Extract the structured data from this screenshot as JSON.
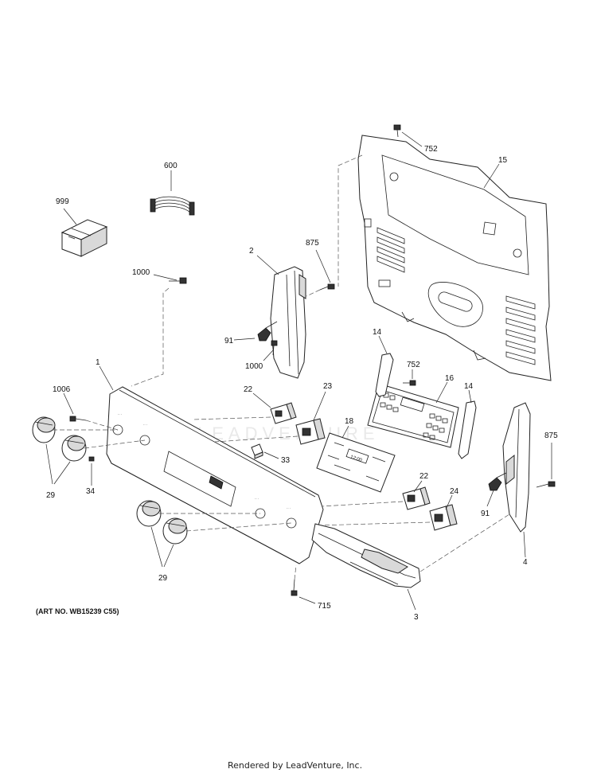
{
  "diagram": {
    "art_number": "(ART NO. WB15239 C55)",
    "footer": "Rendered by LeadVenture, Inc.",
    "watermark": "LEADVENTURE",
    "display_time": "12:00",
    "callouts": {
      "c999": "999",
      "c600": "600",
      "c752a": "752",
      "c15": "15",
      "c875a": "875",
      "c2": "2",
      "c1000a": "1000",
      "c91a": "91",
      "c1000b": "1000",
      "c14a": "14",
      "c752b": "752",
      "c16": "16",
      "c14b": "14",
      "c1": "1",
      "c1006": "1006",
      "c22a": "22",
      "c23": "23",
      "c18": "18",
      "c875b": "875",
      "c33": "33",
      "c34": "34",
      "c29a": "29",
      "c22b": "22",
      "c24": "24",
      "c91b": "91",
      "c4": "4",
      "c29b": "29",
      "c715": "715",
      "c3": "3"
    }
  }
}
